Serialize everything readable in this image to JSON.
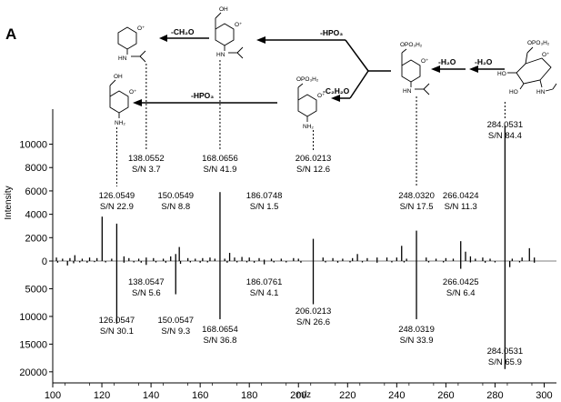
{
  "panel_label": "A",
  "chart_data": {
    "type": "bar",
    "xlabel": "m/z",
    "ylabel": "Intensity",
    "xlim": [
      100,
      305
    ],
    "ylim": [
      -22000,
      13000
    ],
    "x_ticks": [
      100,
      120,
      140,
      160,
      180,
      200,
      220,
      240,
      260,
      280,
      300
    ],
    "y_ticks_top": [
      {
        "v": 10000,
        "label": "10000"
      },
      {
        "v": 8000,
        "label": "8000"
      },
      {
        "v": 6000,
        "label": "6000"
      },
      {
        "v": 4000,
        "label": "4000"
      },
      {
        "v": 2000,
        "label": "2000"
      },
      {
        "v": 0,
        "label": "0"
      }
    ],
    "y_ticks_bottom": [
      {
        "v": -5000,
        "label": "5000"
      },
      {
        "v": -10000,
        "label": "10000"
      },
      {
        "v": -15000,
        "label": "15000"
      },
      {
        "v": -20000,
        "label": "20000"
      }
    ],
    "series": [
      {
        "direction": "up",
        "peaks": [
          [
            101.5,
            300
          ],
          [
            104,
            200
          ],
          [
            107,
            250
          ],
          [
            109,
            500
          ],
          [
            112,
            200
          ],
          [
            115,
            300
          ],
          [
            118,
            250
          ],
          [
            120.1,
            3800
          ],
          [
            124,
            200
          ],
          [
            126.05,
            3200
          ],
          [
            129,
            400
          ],
          [
            131,
            250
          ],
          [
            135,
            200
          ],
          [
            138.06,
            300
          ],
          [
            141,
            250
          ],
          [
            145,
            200
          ],
          [
            148,
            400
          ],
          [
            150.05,
            600
          ],
          [
            151.5,
            1200
          ],
          [
            155,
            250
          ],
          [
            158,
            200
          ],
          [
            161,
            250
          ],
          [
            164,
            300
          ],
          [
            166,
            200
          ],
          [
            168.07,
            5900
          ],
          [
            170,
            200
          ],
          [
            172,
            700
          ],
          [
            174,
            300
          ],
          [
            177,
            350
          ],
          [
            180,
            300
          ],
          [
            184,
            250
          ],
          [
            186.07,
            120
          ],
          [
            189,
            200
          ],
          [
            193,
            200
          ],
          [
            198,
            250
          ],
          [
            200,
            200
          ],
          [
            206.02,
            1900
          ],
          [
            210,
            300
          ],
          [
            214,
            250
          ],
          [
            218,
            200
          ],
          [
            222,
            250
          ],
          [
            224,
            600
          ],
          [
            228,
            250
          ],
          [
            232,
            300
          ],
          [
            236,
            300
          ],
          [
            240,
            300
          ],
          [
            242,
            1300
          ],
          [
            244,
            200
          ],
          [
            248.03,
            2600
          ],
          [
            252,
            300
          ],
          [
            256,
            200
          ],
          [
            260,
            250
          ],
          [
            263,
            200
          ],
          [
            266.04,
            1700
          ],
          [
            268,
            800
          ],
          [
            270,
            400
          ],
          [
            272,
            200
          ],
          [
            275,
            300
          ],
          [
            278,
            200
          ],
          [
            284.05,
            11600
          ],
          [
            287,
            200
          ],
          [
            291,
            300
          ],
          [
            294,
            1100
          ],
          [
            296,
            300
          ]
        ]
      },
      {
        "direction": "down",
        "peaks": [
          [
            102,
            300
          ],
          [
            106,
            800
          ],
          [
            108.5,
            400
          ],
          [
            111,
            250
          ],
          [
            114,
            300
          ],
          [
            117,
            200
          ],
          [
            121.5,
            250
          ],
          [
            126.05,
            11300
          ],
          [
            129,
            300
          ],
          [
            133,
            250
          ],
          [
            136,
            300
          ],
          [
            138.05,
            700
          ],
          [
            142,
            250
          ],
          [
            146,
            300
          ],
          [
            150.05,
            6000
          ],
          [
            152,
            500
          ],
          [
            156,
            250
          ],
          [
            160,
            300
          ],
          [
            163,
            250
          ],
          [
            168.07,
            10500
          ],
          [
            171,
            300
          ],
          [
            175,
            250
          ],
          [
            179,
            250
          ],
          [
            182,
            300
          ],
          [
            186.08,
            600
          ],
          [
            190,
            250
          ],
          [
            195,
            250
          ],
          [
            201,
            300
          ],
          [
            206.02,
            7800
          ],
          [
            211,
            250
          ],
          [
            216,
            300
          ],
          [
            221,
            250
          ],
          [
            226,
            250
          ],
          [
            232,
            300
          ],
          [
            238,
            250
          ],
          [
            243,
            250
          ],
          [
            248.03,
            10500
          ],
          [
            253,
            250
          ],
          [
            259,
            250
          ],
          [
            266.04,
            1400
          ],
          [
            270,
            250
          ],
          [
            276,
            300
          ],
          [
            280,
            250
          ],
          [
            284.05,
            19500
          ],
          [
            286,
            1100
          ],
          [
            290,
            250
          ],
          [
            296,
            300
          ]
        ]
      }
    ],
    "annotations_top": [
      {
        "mz": 126.0549,
        "line1": "126.0549",
        "line2": "S/N 22.9"
      },
      {
        "mz": 138.0552,
        "line1": "138.0552",
        "line2": "S/N 3.7"
      },
      {
        "mz": 150.0549,
        "line1": "150.0549",
        "line2": "S/N 8.8"
      },
      {
        "mz": 168.0656,
        "line1": "168.0656",
        "line2": "S/N 41.9"
      },
      {
        "mz": 186.0748,
        "line1": "186.0748",
        "line2": "S/N 1.5"
      },
      {
        "mz": 206.0213,
        "line1": "206.0213",
        "line2": "S/N 12.6"
      },
      {
        "mz": 248.032,
        "line1": "248.0320",
        "line2": "S/N 17.5"
      },
      {
        "mz": 266.0424,
        "line1": "266.0424",
        "line2": "S/N 11.3"
      },
      {
        "mz": 284.0531,
        "line1": "284.0531",
        "line2": "S/N 84.4"
      }
    ],
    "annotations_bottom": [
      {
        "mz": 126.0547,
        "line1": "126.0547",
        "line2": "S/N 30.1"
      },
      {
        "mz": 138.0547,
        "line1": "138.0547",
        "line2": "S/N 5.6"
      },
      {
        "mz": 150.0547,
        "line1": "150.0547",
        "line2": "S/N 9.3"
      },
      {
        "mz": 168.0654,
        "line1": "168.0654",
        "line2": "S/N 36.8"
      },
      {
        "mz": 186.0761,
        "line1": "186.0761",
        "line2": "S/N 4.1"
      },
      {
        "mz": 206.0213,
        "line1": "206.0213",
        "line2": "S/N 26.6"
      },
      {
        "mz": 248.0319,
        "line1": "248.0319",
        "line2": "S/N 33.9"
      },
      {
        "mz": 266.0425,
        "line1": "266.0425",
        "line2": "S/N 6.4"
      },
      {
        "mz": 284.0531,
        "line1": "284.0531",
        "line2": "S/N 65.9"
      }
    ]
  },
  "scheme": {
    "arrows": {
      "ch2o": "-CH₂O",
      "hpo3_top": "-HPO₃",
      "hpo3_mid": "-HPO₃",
      "c2h2o": "-C₂H₂O",
      "h2o_a": "-H₂O",
      "h2o_b": "-H₂O"
    },
    "atom_labels": {
      "oh": "OH",
      "opo3h2": "OPO₃H₂",
      "hn": "HN",
      "nh2": "NH₂",
      "o_plus": "O⁺",
      "ho": "HO"
    }
  }
}
